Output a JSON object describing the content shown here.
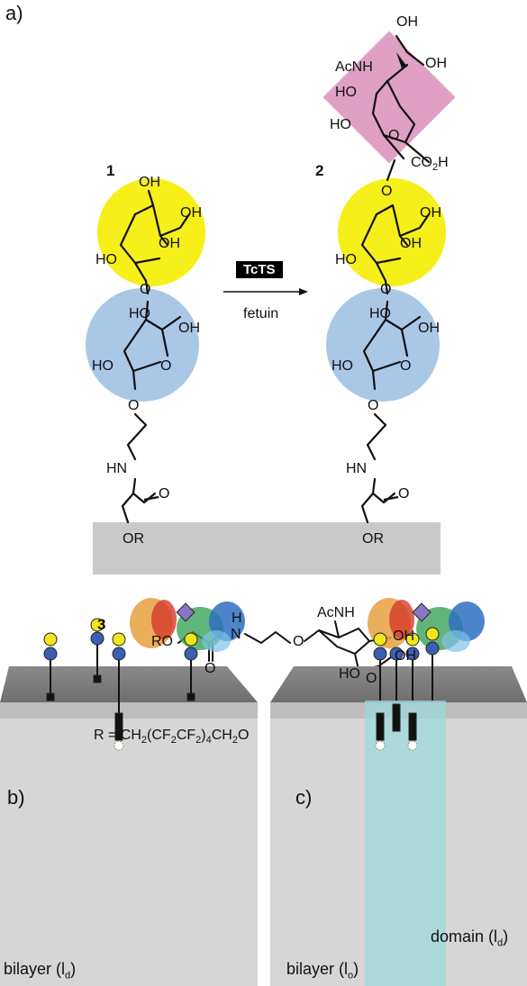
{
  "panels": {
    "a": "a)",
    "b": "b)",
    "c": "c)"
  },
  "compounds": {
    "c1": "1",
    "c2": "2",
    "c3": "3"
  },
  "reaction": {
    "enzyme": "TcTS",
    "cofactor": "fetuin"
  },
  "groups": {
    "oh": "OH",
    "ho": "HO",
    "acnh": "AcNH",
    "co2h_main": "CO",
    "co2h_sub": "2",
    "co2h_tail": "H",
    "hn": "HN",
    "o": "O",
    "or": "OR",
    "ro": "RO",
    "h": "H",
    "n": "N"
  },
  "r_definition": {
    "lead": "R =  CH",
    "s1": "2",
    "m1": "(CF",
    "s2": "2",
    "m2": "CF",
    "s3": "2",
    "m3": ")",
    "s4": "4",
    "m4": "CH",
    "s5": "2",
    "m5": "O"
  },
  "bilayers": {
    "b_label_main": "bilayer (l",
    "b_label_sub": "d",
    "b_label_tail": ")",
    "c_label_main": "bilayer (l",
    "c_label_sub": "o",
    "c_label_tail": ")",
    "domain_main": "domain (l",
    "domain_sub": "d",
    "domain_tail": ")"
  },
  "colors": {
    "sialic_acid": "#e0a0c4",
    "galactose": "#f7ef1a",
    "glucose": "#a9c8e6",
    "surface": "#c9c9c9",
    "domain": "#9fd8da",
    "node_blue": "#3b5fb0",
    "node_yellow": "#f2e51a",
    "sialic_node": "#8a74c4"
  }
}
